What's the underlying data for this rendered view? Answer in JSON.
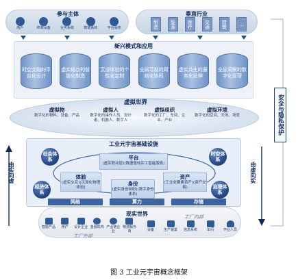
{
  "header": {
    "participants_title": "参与主体",
    "participants": [
      "用户",
      "终端设备",
      "业务系统",
      "数据系统",
      "平台服务"
    ],
    "industries_title": "垂直行业",
    "industries": [
      "制造",
      "能源",
      "医疗",
      "交通",
      "建筑",
      "…"
    ]
  },
  "apps": {
    "title": "新兴模式和应用",
    "items": [
      "时空交融的平台化设计",
      "虚实结合的智能化制造",
      "沉浸体验的个性化定制",
      "全局可视的网络化协同",
      "虚实共生的服务化延伸",
      "全息洞察的数字化管理"
    ]
  },
  "virtual_world": {
    "title": "虚拟世界",
    "items": [
      {
        "title": "虚拟物",
        "sub": "数字化的物料、设备、产品"
      },
      {
        "title": "虚拟人",
        "sub": "数字化的操作人员、设计者、机器人、数字人"
      },
      {
        "title": "虚拟组织",
        "sub": "数字化的工厂、车间、企业、产业"
      },
      {
        "title": "虚拟环境",
        "sub": "数字化的空间、天地、场景"
      }
    ]
  },
  "infra": {
    "title": "工业元宇宙基础设施",
    "balls": [
      "社会体系",
      "时空体系",
      "经济体系",
      "治理体系"
    ],
    "platform": {
      "title": "平台",
      "sub": "(虚实联动层)(数据驱动实工智能服务)"
    },
    "experience": {
      "title": "体验",
      "sub": "(虚实交互)(沉浸化物理体验)"
    },
    "identity": {
      "title": "身份",
      "sub": "(虚实身份映射)(数字身份体系)"
    },
    "asset": {
      "title": "资产",
      "sub": "(工业全要素资产)(资产交易)"
    },
    "bars": [
      "网络",
      "算力",
      "存储"
    ]
  },
  "real_world": {
    "title": "现实世界",
    "factory_inside": "工厂内部",
    "factory_outside": "工厂外部",
    "outside_items": [
      "智能产品",
      "用户",
      "设计企业",
      "金融机构",
      "产业链企业",
      "物流服务商"
    ],
    "inside_items": [
      "设备",
      "生产装置",
      "信息系统",
      "车间",
      "作业人员"
    ]
  },
  "side": {
    "left": "由实向虚",
    "right": "由虚向实",
    "security": "安全与隐私保护"
  },
  "caption": "图 3 工业元宇宙概念框架"
}
